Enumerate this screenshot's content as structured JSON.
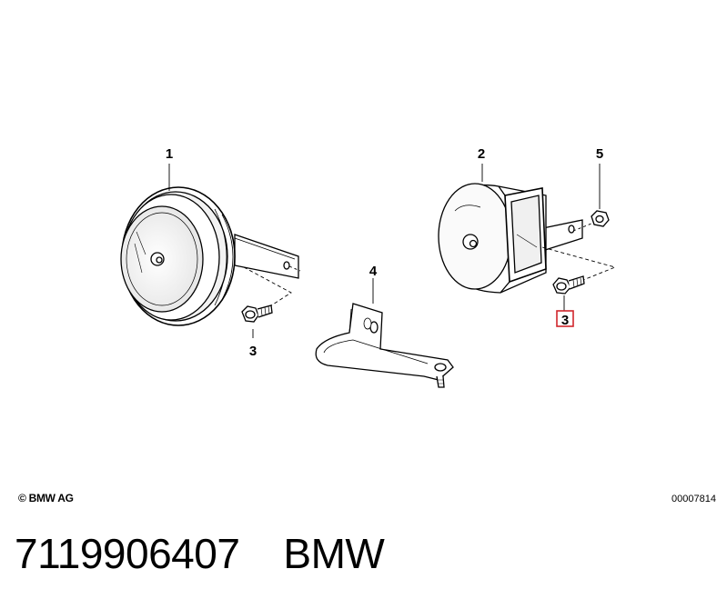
{
  "callouts": {
    "c1": "1",
    "c2": "2",
    "c3a": "3",
    "c3b": "3",
    "c4": "4",
    "c5": "5"
  },
  "copyright": "© BMW AG",
  "drawing_number": "00007814",
  "footer": {
    "part_number": "7119906407",
    "brand": "BMW"
  },
  "colors": {
    "highlight": "#d0262c",
    "line": "#000000"
  }
}
